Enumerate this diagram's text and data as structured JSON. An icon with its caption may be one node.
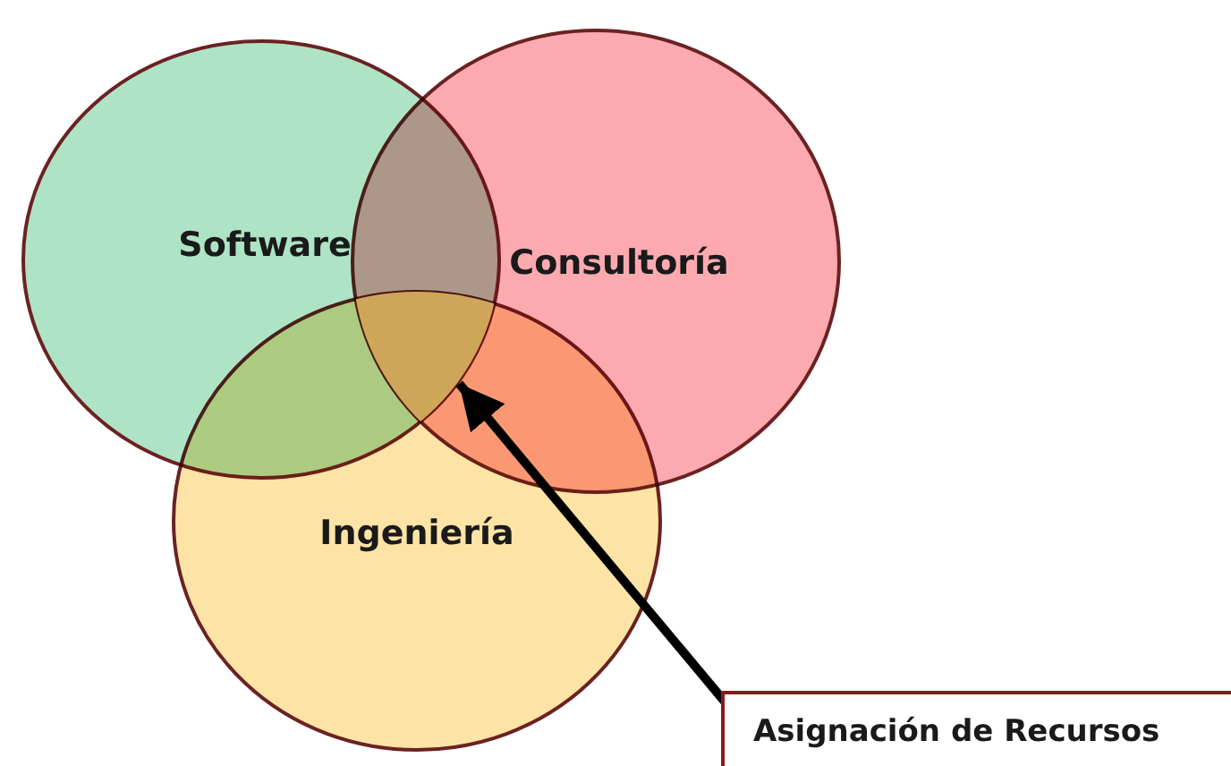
{
  "diagram": {
    "nodes": [
      {
        "text": [
          "Software"
        ]
      },
      {
        "text": [
          "Consultoría"
        ]
      },
      {
        "text": [
          "Ingeniería"
        ]
      },
      {
        "text": [],
        "shape": "region"
      },
      {
        "text": [
          "Asignación de Recursos"
        ]
      }
    ],
    "edges": [
      {
        "from": 4,
        "to": 3,
        "arrow": "to"
      }
    ]
  }
}
